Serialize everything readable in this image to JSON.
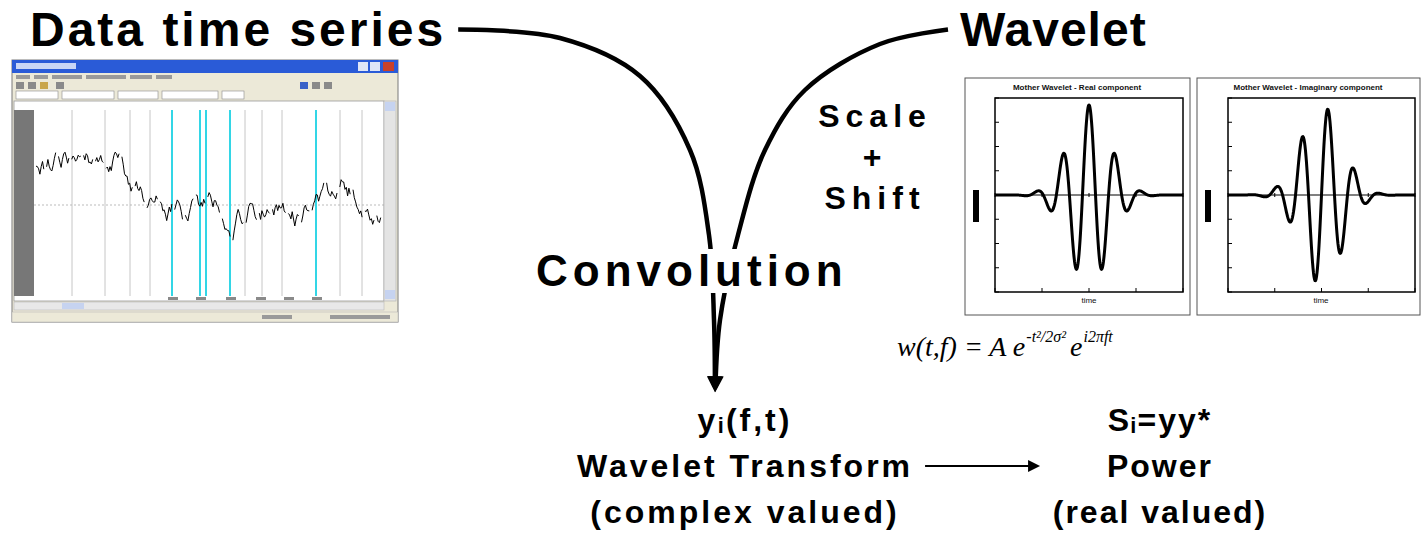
{
  "diagram": {
    "nodes": [
      {
        "text": [
          "Data time series"
        ]
      },
      {
        "text": [
          "Wavelet"
        ]
      },
      {
        "text": [
          "yᵢ(f,t)",
          "Wavelet Transform",
          "(complex valued)"
        ]
      },
      {
        "text": [
          "Sᵢ=yy*",
          "Power",
          "(real valued)"
        ]
      }
    ],
    "edges": [
      {
        "from": 0,
        "to": 2,
        "arrow": "to",
        "label": "Convolution"
      },
      {
        "from": 1,
        "to": 2,
        "arrow": "to",
        "label": "Scale + Shift"
      },
      {
        "from": 2,
        "to": 3,
        "arrow": "to"
      }
    ],
    "labels": [
      "Mother Wavelet - Real component",
      "time",
      "Mother Wavelet - Imaginary component",
      "time",
      "w(t,f) = A e",
      "-t²/2σ²",
      "e",
      "i2πft"
    ]
  }
}
